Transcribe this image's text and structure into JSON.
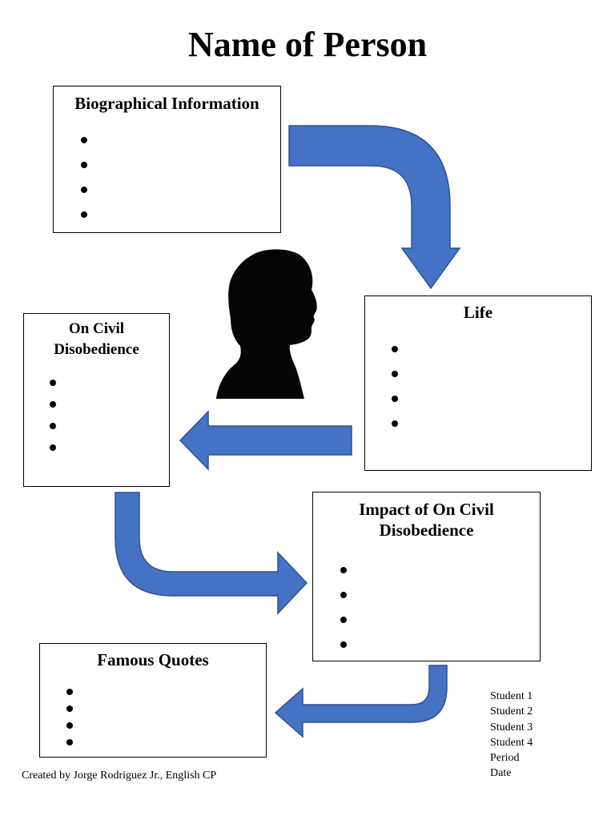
{
  "title": "Name of Person",
  "boxes": {
    "biographical": {
      "heading": "Biographical Information",
      "bullets": [
        "",
        "",
        "",
        ""
      ]
    },
    "life": {
      "heading": "Life",
      "bullets": [
        "",
        "",
        "",
        ""
      ]
    },
    "civil": {
      "heading_line1": "On Civil",
      "heading_line2": "Disobedience",
      "bullets": [
        "",
        "",
        "",
        ""
      ]
    },
    "impact": {
      "heading_line1": "Impact of On Civil",
      "heading_line2": "Disobedience",
      "bullets": [
        "",
        "",
        "",
        ""
      ]
    },
    "quotes": {
      "heading": "Famous Quotes",
      "bullets": [
        "",
        "",
        "",
        ""
      ]
    }
  },
  "student_info": [
    "Student 1",
    "Student 2",
    "Student 3",
    "Student 4",
    "Period",
    "Date"
  ],
  "credit": "Created by Jorge Rodriguez Jr., English CP",
  "colors": {
    "arrow_fill": "#4472c4",
    "arrow_stroke": "#2f528f"
  },
  "icons": {
    "portrait": "person-silhouette-profile"
  }
}
